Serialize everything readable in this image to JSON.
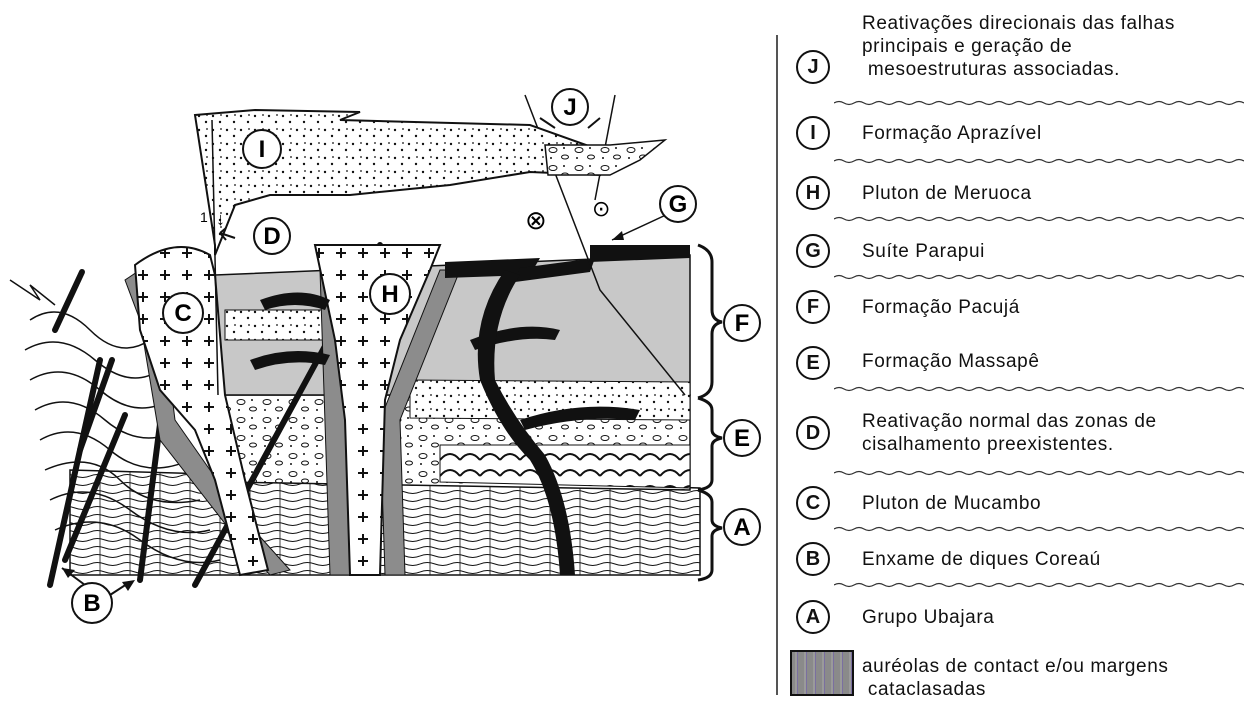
{
  "diagram": {
    "labels": {
      "J": "J",
      "I": "I",
      "D": "D",
      "G": "G",
      "C": "C",
      "H": "H",
      "F": "F",
      "E": "E",
      "A": "A",
      "B": "B"
    },
    "kinematics": {
      "left_fault_arrow": "↓",
      "left_fault_num": "1",
      "into_page": "⊗",
      "out_of_page": "⊙"
    }
  },
  "legend": {
    "items": [
      {
        "letter": "J",
        "text": "Reativações direcionais das falhas\nprincipais e geração de\n mesoestruturas associadas."
      },
      {
        "letter": "I",
        "text": "Formação Aprazível"
      },
      {
        "letter": "H",
        "text": "Pluton de Meruoca"
      },
      {
        "letter": "G",
        "text": "Suíte Parapui"
      },
      {
        "letter": "F",
        "text": "Formação Pacujá"
      },
      {
        "letter": "E",
        "text": "Formação Massapê"
      },
      {
        "letter": "D",
        "text": "Reativação normal das zonas de\ncisalhamento preexistentes."
      },
      {
        "letter": "C",
        "text": "Pluton de Mucambo"
      },
      {
        "letter": "B",
        "text": "Enxame de diques Coreaú"
      },
      {
        "letter": "A",
        "text": "Grupo Ubajara"
      }
    ],
    "swatch_text": "auréolas de contact e/ou margens\n cataclasadas"
  }
}
